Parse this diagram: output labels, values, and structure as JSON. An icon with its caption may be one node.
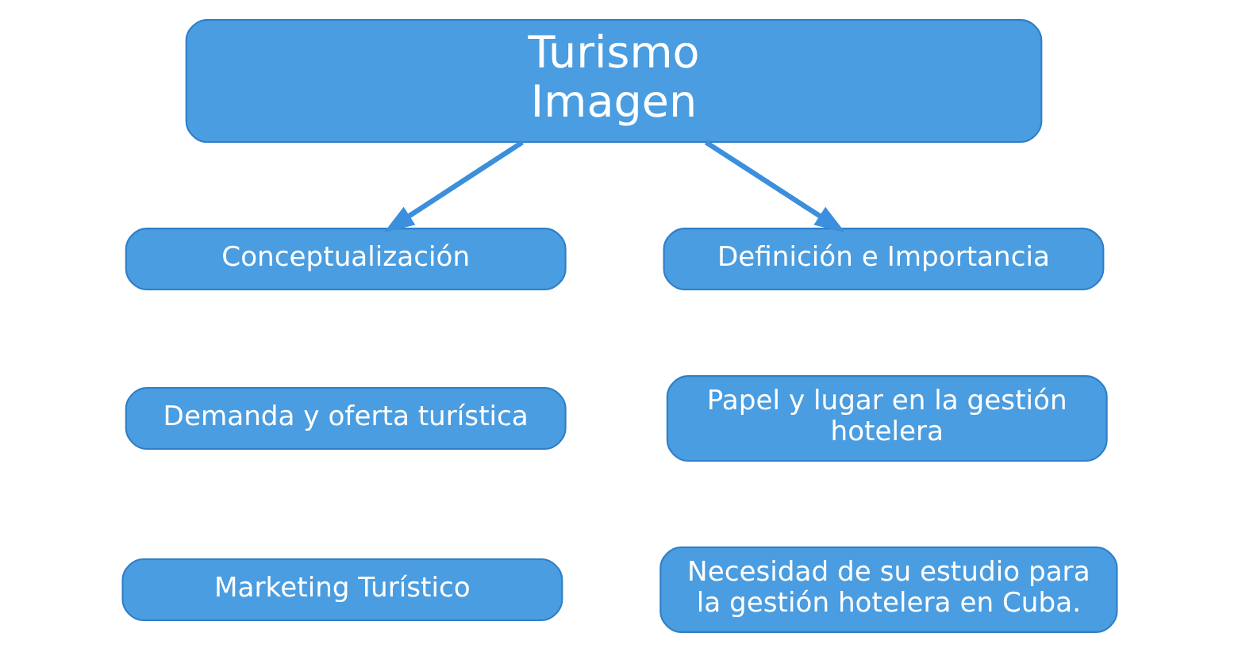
{
  "diagram": {
    "nodes": [
      {
        "text": [
          "Turismo",
          "Imagen"
        ]
      },
      {
        "text": [
          "Conceptualización"
        ]
      },
      {
        "text": [
          "Definición e Importancia"
        ]
      },
      {
        "text": [
          "Demanda y oferta turística"
        ]
      },
      {
        "text": [
          "Papel y lugar en la gestión hotelera"
        ]
      },
      {
        "text": [
          "Marketing Turístico"
        ]
      },
      {
        "text": [
          "Necesidad de su estudio para la gestión hotelera en Cuba."
        ]
      }
    ],
    "edges": [
      {
        "from": 0,
        "to": 1,
        "arrow": "to"
      },
      {
        "from": 0,
        "to": 2,
        "arrow": "to"
      }
    ]
  }
}
